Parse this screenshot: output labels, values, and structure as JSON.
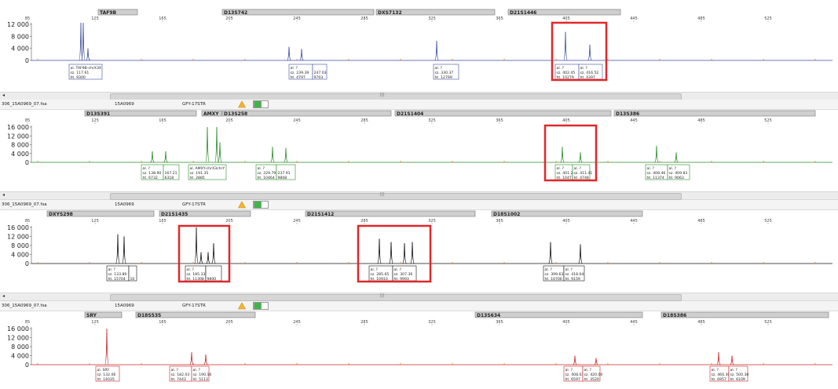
{
  "colors": {
    "blue": "#3a4ea0",
    "green": "#2a8a2a",
    "black": "#111111",
    "red": "#c8282a",
    "highlight": "#e0282a",
    "marker_fill": "#cfcfcf"
  },
  "xticks": [
    "85",
    "125",
    "165",
    "205",
    "245",
    "285",
    "325",
    "365",
    "405",
    "445",
    "485",
    "525"
  ],
  "panels": [
    {
      "id": "blue",
      "color": "#3a4ea0",
      "yticks": [
        "12 000",
        "8 000",
        "4 000",
        "0"
      ],
      "markers": [
        {
          "label": "TAF9B",
          "x0": 125,
          "x1": 175
        },
        {
          "label": "D13S742",
          "x0": 283,
          "x1": 476
        },
        {
          "label": "DXS7132",
          "x0": 479,
          "x1": 630
        },
        {
          "label": "D21S1446",
          "x0": 647,
          "x1": 790
        }
      ],
      "peaks": [
        [
          103,
          12500
        ],
        [
          106,
          12500
        ],
        [
          112,
          4000
        ],
        [
          368,
          4500
        ],
        [
          384,
          3800
        ],
        [
          556,
          6500
        ],
        [
          720,
          9500
        ],
        [
          751,
          5200
        ]
      ],
      "callouts": [
        {
          "x": 88,
          "w": 42,
          "lines": [
            "al. TAF9B-chrX3X",
            "sz. 117.61",
            "ht. 9300"
          ]
        },
        {
          "x": 368,
          "w": 30,
          "lines": [
            "al. ?",
            "sz. 239.39",
            "ht. 4797"
          ]
        },
        {
          "x": 398,
          "w": 18,
          "lines": [
            "",
            "247.03",
            "9703"
          ]
        },
        {
          "x": 552,
          "w": 32,
          "lines": [
            "al. ?",
            "sz. 330.37",
            "ht. 12799"
          ]
        },
        {
          "x": 707,
          "w": 30,
          "lines": [
            "al. ?",
            "sz. 402.45",
            "ht. 10279"
          ]
        },
        {
          "x": 737,
          "w": 30,
          "lines": [
            "al. ?",
            "sz. 416.52",
            "ht. 4397"
          ]
        }
      ],
      "highlights": [
        {
          "x0": 703,
          "x1": 772
        }
      ]
    },
    {
      "id": "green",
      "color": "#2a8a2a",
      "file": "306_15A0969_07.fsa",
      "sample": "15A0969",
      "panel_name": "GFY-17STR",
      "yticks": [
        "16 000",
        "12 000",
        "8 000",
        "4 000",
        "0"
      ],
      "markers": [
        {
          "label": "D13S391",
          "x0": 108,
          "x1": 250
        },
        {
          "label": "AMXY",
          "x0": 257,
          "x1": 282
        },
        {
          "label": "D13S258",
          "x0": 283,
          "x1": 498
        },
        {
          "label": "D21S1404",
          "x0": 503,
          "x1": 778
        },
        {
          "label": "D13S386",
          "x0": 782,
          "x1": 1038
        }
      ],
      "peaks": [
        [
          194,
          5000
        ],
        [
          211,
          5000
        ],
        [
          264,
          16000
        ],
        [
          276,
          16000
        ],
        [
          280,
          9000
        ],
        [
          347,
          7000
        ],
        [
          364,
          6500
        ],
        [
          716,
          7000
        ],
        [
          739,
          4500
        ],
        [
          836,
          7500
        ],
        [
          861,
          4500
        ]
      ],
      "callouts": [
        {
          "x": 180,
          "w": 28,
          "lines": [
            "al. ?",
            "sz. 138.90",
            "ht. 6732"
          ]
        },
        {
          "x": 208,
          "w": 20,
          "lines": [
            "",
            "167.21",
            "6318"
          ]
        },
        {
          "x": 240,
          "w": 48,
          "lines": [
            "al. AMXY-chrX3chrY",
            "sz. 191.35",
            "ht. 2885"
          ]
        },
        {
          "x": 326,
          "w": 26,
          "lines": [
            "al. ?",
            "sz. 229.79",
            "ht. 10464"
          ]
        },
        {
          "x": 352,
          "w": 24,
          "lines": [
            "",
            "237.91",
            "9808"
          ]
        },
        {
          "x": 707,
          "w": 22,
          "lines": [
            "al. ?",
            "sz. 401.27",
            "ht. 10473"
          ]
        },
        {
          "x": 729,
          "w": 22,
          "lines": [
            "al. ?",
            "sz. 411.41",
            "ht. 4748"
          ]
        },
        {
          "x": 822,
          "w": 28,
          "lines": [
            "al. ?",
            "sz. 408.46",
            "ht. 11374"
          ]
        },
        {
          "x": 850,
          "w": 28,
          "lines": [
            "al. ?",
            "sz. 409.83",
            "ht. 9063"
          ]
        }
      ],
      "highlights": [
        {
          "x0": 694,
          "x1": 759
        }
      ]
    },
    {
      "id": "black",
      "color": "#111111",
      "file": "306_15A0969_07.fsa",
      "sample": "15A0969",
      "panel_name": "GFY-17STR",
      "yticks": [
        "16 000",
        "12 000",
        "8 000",
        "4 000",
        "0"
      ],
      "markers": [
        {
          "label": "DXYS298",
          "x0": 60,
          "x1": 196
        },
        {
          "label": "D21S1435",
          "x0": 203,
          "x1": 319
        },
        {
          "label": "D21S1412",
          "x0": 389,
          "x1": 605
        },
        {
          "label": "D18S1002",
          "x0": 626,
          "x1": 818
        }
      ],
      "peaks": [
        [
          150,
          13000
        ],
        [
          158,
          12000
        ],
        [
          250,
          16000
        ],
        [
          256,
          5000
        ],
        [
          265,
          5000
        ],
        [
          272,
          9000
        ],
        [
          483,
          11000
        ],
        [
          498,
          9500
        ],
        [
          515,
          9000
        ],
        [
          525,
          9500
        ],
        [
          701,
          9500
        ],
        [
          739,
          8500
        ]
      ],
      "callouts": [
        {
          "x": 136,
          "w": 28,
          "lines": [
            "al. ?",
            "sz. 133.89",
            "ht. 15704"
          ]
        },
        {
          "x": 164,
          "w": 10,
          "lines": [
            "",
            "",
            "10"
          ]
        },
        {
          "x": 236,
          "w": 26,
          "lines": [
            "al. ?",
            "sz. 185.33",
            "ht. 11308"
          ]
        },
        {
          "x": 262,
          "w": 20,
          "lines": [
            "",
            "",
            "9800"
          ]
        },
        {
          "x": 470,
          "w": 30,
          "lines": [
            "al. ?",
            "sz. 285.65",
            "ht. 10933"
          ]
        },
        {
          "x": 500,
          "w": 30,
          "lines": [
            "al. ?",
            "sz. 307.36",
            "ht. 9993"
          ]
        },
        {
          "x": 692,
          "w": 26,
          "lines": [
            "al. ?",
            "sz. 399.63",
            "ht. 10706"
          ]
        },
        {
          "x": 718,
          "w": 26,
          "lines": [
            "al. ?",
            "sz. 418.04",
            "ht. 9159"
          ]
        }
      ],
      "highlights": [
        {
          "x0": 228,
          "x1": 292
        },
        {
          "x0": 456,
          "x1": 548
        }
      ]
    },
    {
      "id": "red",
      "color": "#c8282a",
      "file": "306_15A0969_07.fsa",
      "sample": "15A0969",
      "panel_name": "GFY-17STR",
      "yticks": [
        "16 000",
        "12 000",
        "8 000",
        "4 000",
        "0"
      ],
      "markers": [
        {
          "label": "SRY",
          "x0": 108,
          "x1": 155
        },
        {
          "label": "D18S535",
          "x0": 173,
          "x1": 325
        },
        {
          "label": "D13S634",
          "x0": 605,
          "x1": 818
        },
        {
          "label": "D18S386",
          "x0": 842,
          "x1": 1055
        }
      ],
      "peaks": [
        [
          136,
          16000
        ],
        [
          244,
          5500
        ],
        [
          262,
          4500
        ],
        [
          732,
          4000
        ],
        [
          759,
          3000
        ],
        [
          915,
          5500
        ],
        [
          932,
          4000
        ]
      ],
      "callouts": [
        {
          "x": 122,
          "w": 30,
          "lines": [
            "al. SRY",
            "sz. 132.06",
            "ht. 14035"
          ]
        },
        {
          "x": 216,
          "w": 28,
          "lines": [
            "al. ?",
            "sz. 182.03",
            "ht. 7443"
          ]
        },
        {
          "x": 244,
          "w": 22,
          "lines": [
            "al. ?",
            "sz. 190.16",
            "ht. 5113"
          ]
        },
        {
          "x": 718,
          "w": 24,
          "lines": [
            "al. ?",
            "sz. 408.03",
            "ht. 6597"
          ]
        },
        {
          "x": 742,
          "w": 22,
          "lines": [
            "al. ?",
            "sz. 420.00",
            "ht. 3520"
          ]
        },
        {
          "x": 904,
          "w": 24,
          "lines": [
            "al. ?",
            "sz. 460.30",
            "ht. 6957"
          ]
        },
        {
          "x": 928,
          "w": 24,
          "lines": [
            "al. ?",
            "sz. 500.30",
            "ht. 6109"
          ]
        }
      ],
      "highlights": []
    }
  ]
}
